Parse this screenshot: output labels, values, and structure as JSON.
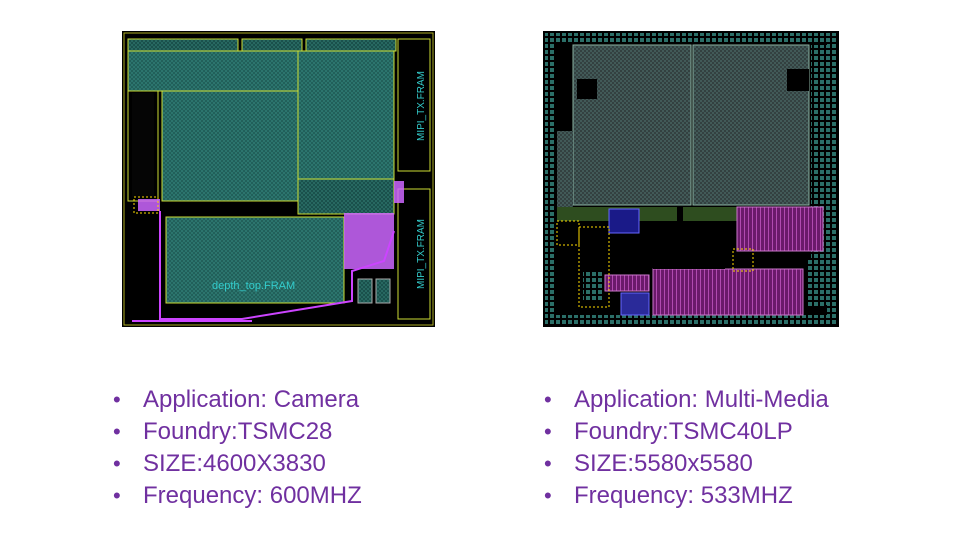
{
  "left": {
    "layout_labels": {
      "depth_top": "depth_top.FRAM",
      "mipi_tx_1": "MIPI_TX.FRAM",
      "mipi_tx_2": "MIPI_TX.FRAM"
    },
    "specs": [
      "Application: Camera",
      "Foundry:TSMC28",
      "SIZE:4600X3830",
      "Frequency: 600MHZ"
    ]
  },
  "right": {
    "specs": [
      "Application: Multi-Media",
      "Foundry:TSMC40LP",
      "SIZE:5580x5580",
      "Frequency: 533MHZ"
    ]
  },
  "colors": {
    "text": "#7030A0",
    "macro_fill": "#1f5f5a",
    "macro_border": "#ccdd33",
    "magenta": "#cc66ff",
    "label": "#33cccc"
  }
}
